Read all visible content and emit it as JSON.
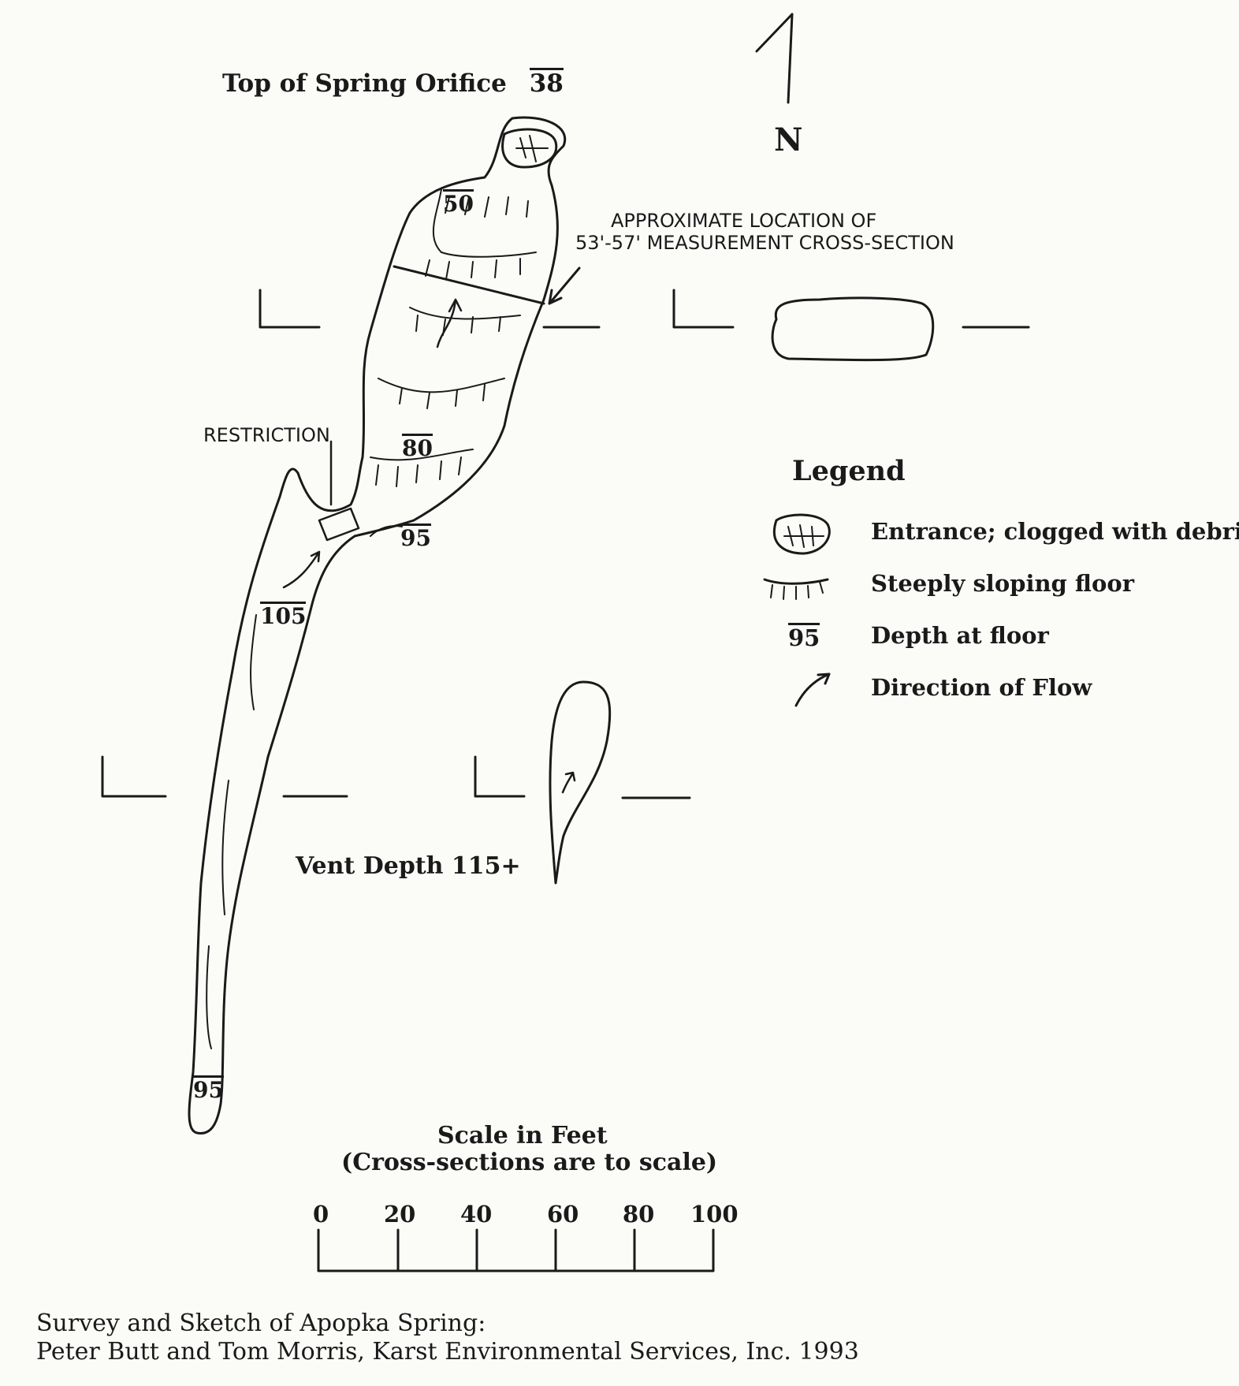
{
  "title_block": {
    "line1": "Survey and Sketch of Apopka Spring:",
    "line2": "Peter Butt and Tom Morris, Karst Environmental Services, Inc. 1993"
  },
  "top_label": {
    "text": "Top of Spring Orifice",
    "depth": "38"
  },
  "north": {
    "label": "N"
  },
  "annotation_cross_section": {
    "line1": "APPROXIMATE LOCATION OF",
    "line2": "53'-57' MEASUREMENT CROSS-SECTION"
  },
  "restriction_label": "RESTRICTION",
  "vent_label": "Vent Depth 115+",
  "depths": {
    "d50": "50",
    "d80": "80",
    "d95_upper": "95",
    "d105": "105",
    "d95_lower": "95"
  },
  "legend": {
    "title": "Legend",
    "items": [
      {
        "symbol": "entrance-icon",
        "label": "Entrance; clogged with debris"
      },
      {
        "symbol": "sloping-floor-icon",
        "label": "Steeply sloping floor"
      },
      {
        "symbol": "95",
        "label": "Depth at floor"
      },
      {
        "symbol": "flow-arrow-icon",
        "label": "Direction of Flow"
      }
    ]
  },
  "scale": {
    "title": "Scale in Feet",
    "subtitle": "(Cross-sections are to scale)",
    "ticks": [
      "0",
      "20",
      "40",
      "60",
      "80",
      "100"
    ]
  },
  "colors": {
    "ink": "#1a1a1a",
    "paper": "#fbfbf8"
  }
}
